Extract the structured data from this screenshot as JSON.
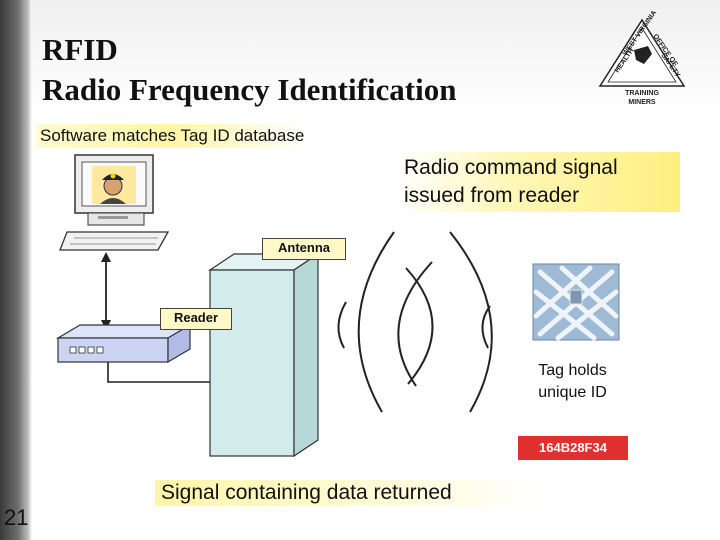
{
  "slide": {
    "title_line1": "RFID",
    "title_line2": "Radio Frequency Identification",
    "subtitle": "Software matches Tag ID database",
    "callout_line1": "Radio command signal",
    "callout_line2": "issued from reader",
    "antenna_label": "Antenna",
    "reader_label": "Reader",
    "tag_line1": "Tag holds",
    "tag_line2": "unique ID",
    "tag_id": "164B28F34",
    "signal_label": "Signal containing data returned",
    "slide_number": "21"
  },
  "logo": {
    "top_text": "WEST VIRGINIA",
    "office_text": "OFFICE OF",
    "safety_text": "SAFETY",
    "health_text": "HEALTH",
    "bottom_text1": "TRAINING",
    "bottom_text2": "MINERS"
  },
  "colors": {
    "accent_yellow": "#fff6a8",
    "antenna_fill": "#d2ecec",
    "reader_fill": "#ccd4f4",
    "tag_id_bg": "#e03030"
  }
}
